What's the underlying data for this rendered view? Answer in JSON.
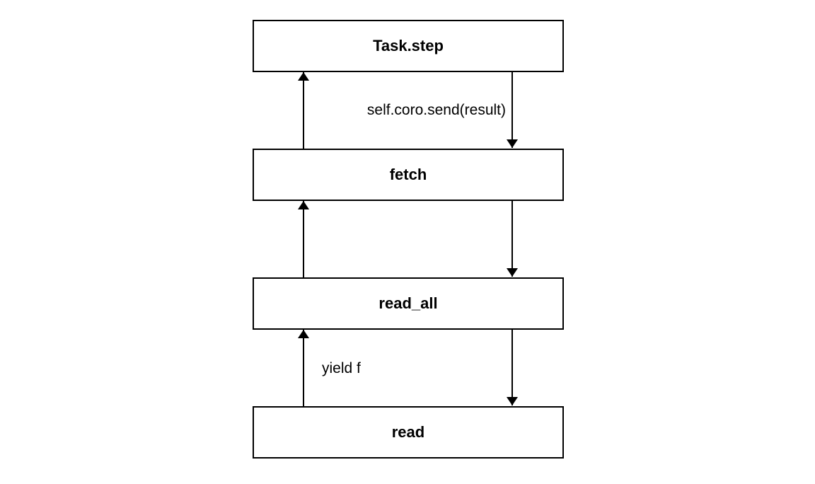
{
  "diagram": {
    "nodes": [
      {
        "id": "task-step",
        "label": "Task.step"
      },
      {
        "id": "fetch",
        "label": "fetch"
      },
      {
        "id": "read-all",
        "label": "read_all"
      },
      {
        "id": "read",
        "label": "read"
      }
    ],
    "edges": [
      {
        "from": "task-step",
        "to": "fetch",
        "direction": "down",
        "label": "self.coro.send(result)"
      },
      {
        "from": "fetch",
        "to": "task-step",
        "direction": "up",
        "label": ""
      },
      {
        "from": "fetch",
        "to": "read-all",
        "direction": "down",
        "label": ""
      },
      {
        "from": "read-all",
        "to": "fetch",
        "direction": "up",
        "label": ""
      },
      {
        "from": "read-all",
        "to": "read",
        "direction": "down",
        "label": ""
      },
      {
        "from": "read",
        "to": "read-all",
        "direction": "up",
        "label": "yield f"
      }
    ]
  }
}
